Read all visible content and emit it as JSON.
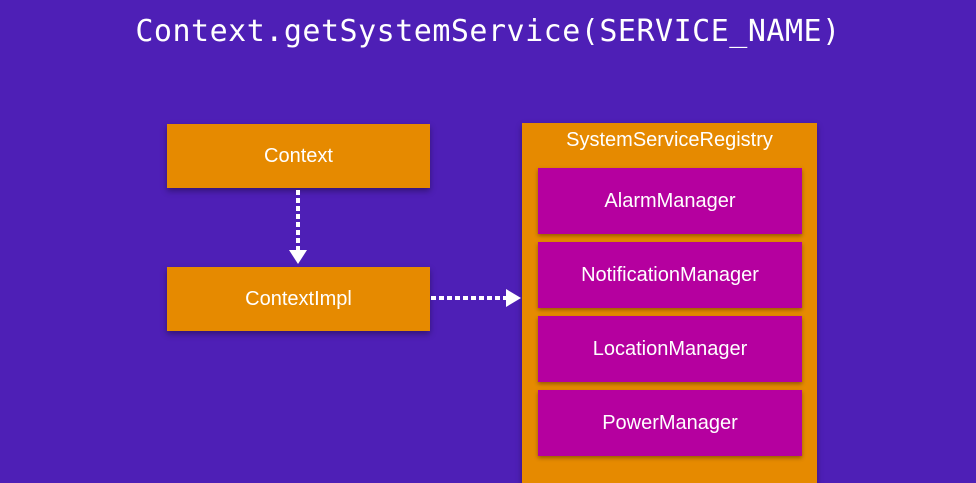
{
  "title": "Context.getSystemService(SERVICE_NAME)",
  "context_box": {
    "label": "Context"
  },
  "context_impl_box": {
    "label": "ContextImpl"
  },
  "registry": {
    "title": "SystemServiceRegistry",
    "managers": [
      {
        "label": "AlarmManager"
      },
      {
        "label": "NotificationManager"
      },
      {
        "label": "LocationManager"
      },
      {
        "label": "PowerManager"
      }
    ]
  },
  "colors": {
    "background": "#4e1fb6",
    "orange_box": "#e68a00",
    "magenta_box": "#b5009f",
    "text": "#ffffff"
  }
}
